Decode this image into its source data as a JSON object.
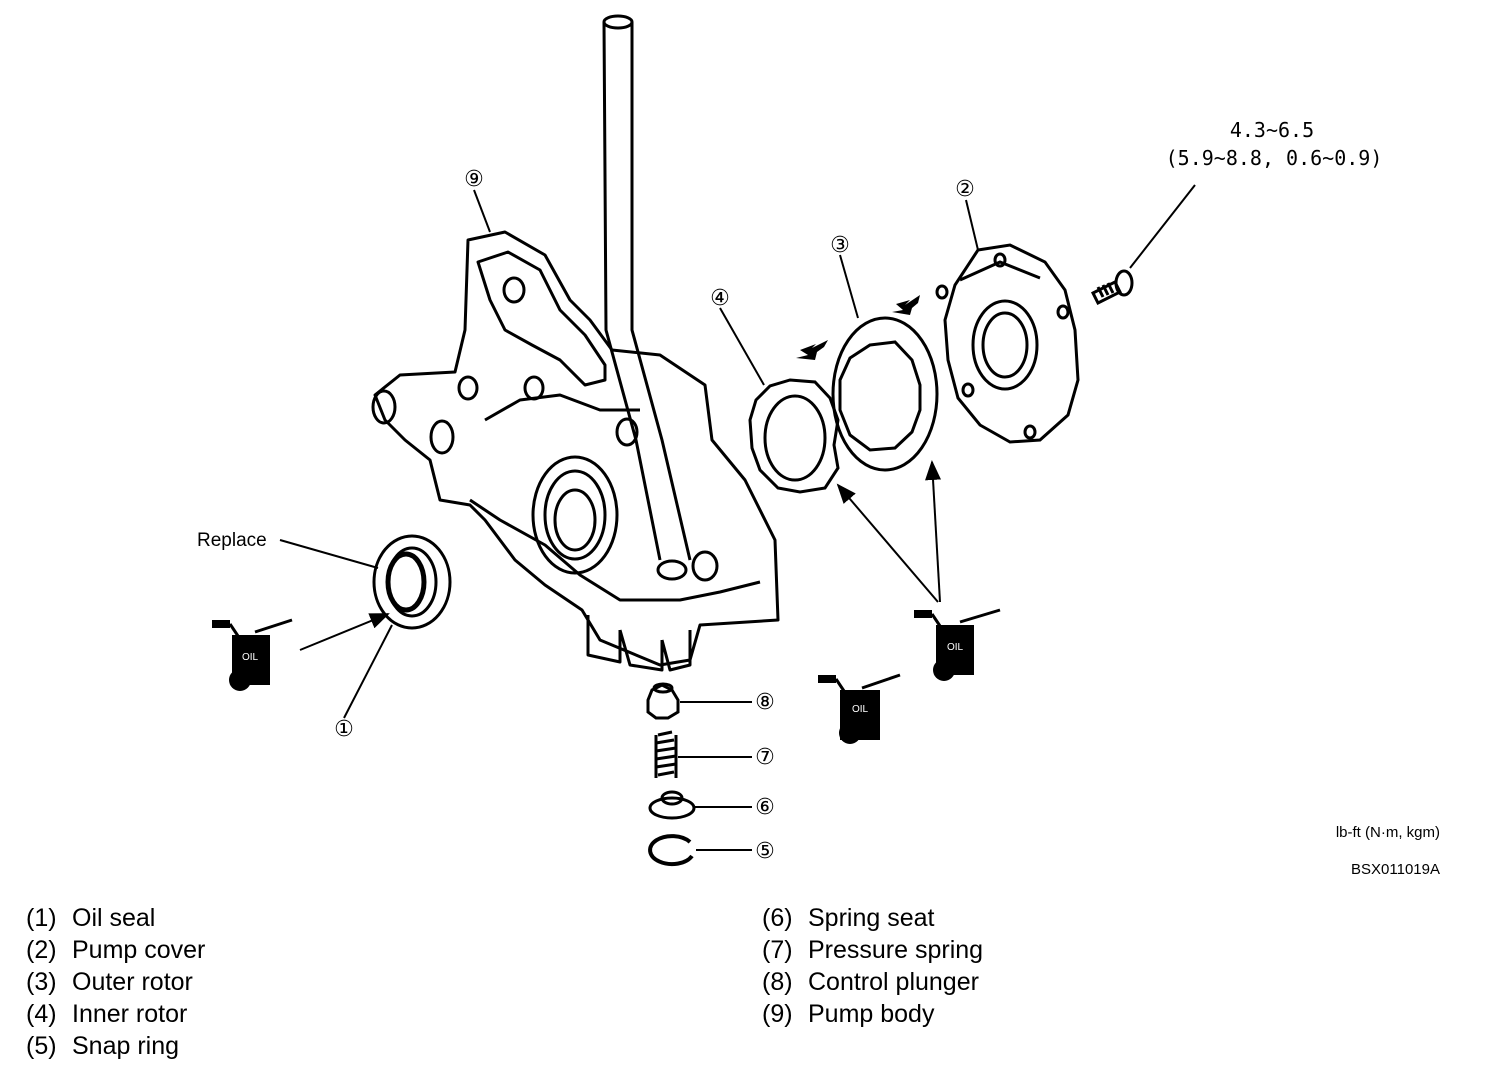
{
  "callouts": {
    "c1": "①",
    "c2": "②",
    "c3": "③",
    "c4": "④",
    "c5": "⑤",
    "c6": "⑥",
    "c7": "⑦",
    "c8": "⑧",
    "c9": "⑨"
  },
  "torque": {
    "line1": "4.3~6.5",
    "line2": "(5.9~8.8, 0.6~0.9)"
  },
  "replace_label": "Replace",
  "oil_can_label": "OIL",
  "units_label": "lb-ft (N·m, kgm)",
  "figure_code": "BSX011019A",
  "legend": {
    "left": [
      {
        "num": "(1)",
        "name": "Oil seal"
      },
      {
        "num": "(2)",
        "name": "Pump cover"
      },
      {
        "num": "(3)",
        "name": "Outer rotor"
      },
      {
        "num": "(4)",
        "name": "Inner rotor"
      },
      {
        "num": "(5)",
        "name": "Snap ring"
      }
    ],
    "right": [
      {
        "num": "(6)",
        "name": "Spring seat"
      },
      {
        "num": "(7)",
        "name": "Pressure spring"
      },
      {
        "num": "(8)",
        "name": "Control plunger"
      },
      {
        "num": "(9)",
        "name": "Pump body"
      }
    ]
  }
}
